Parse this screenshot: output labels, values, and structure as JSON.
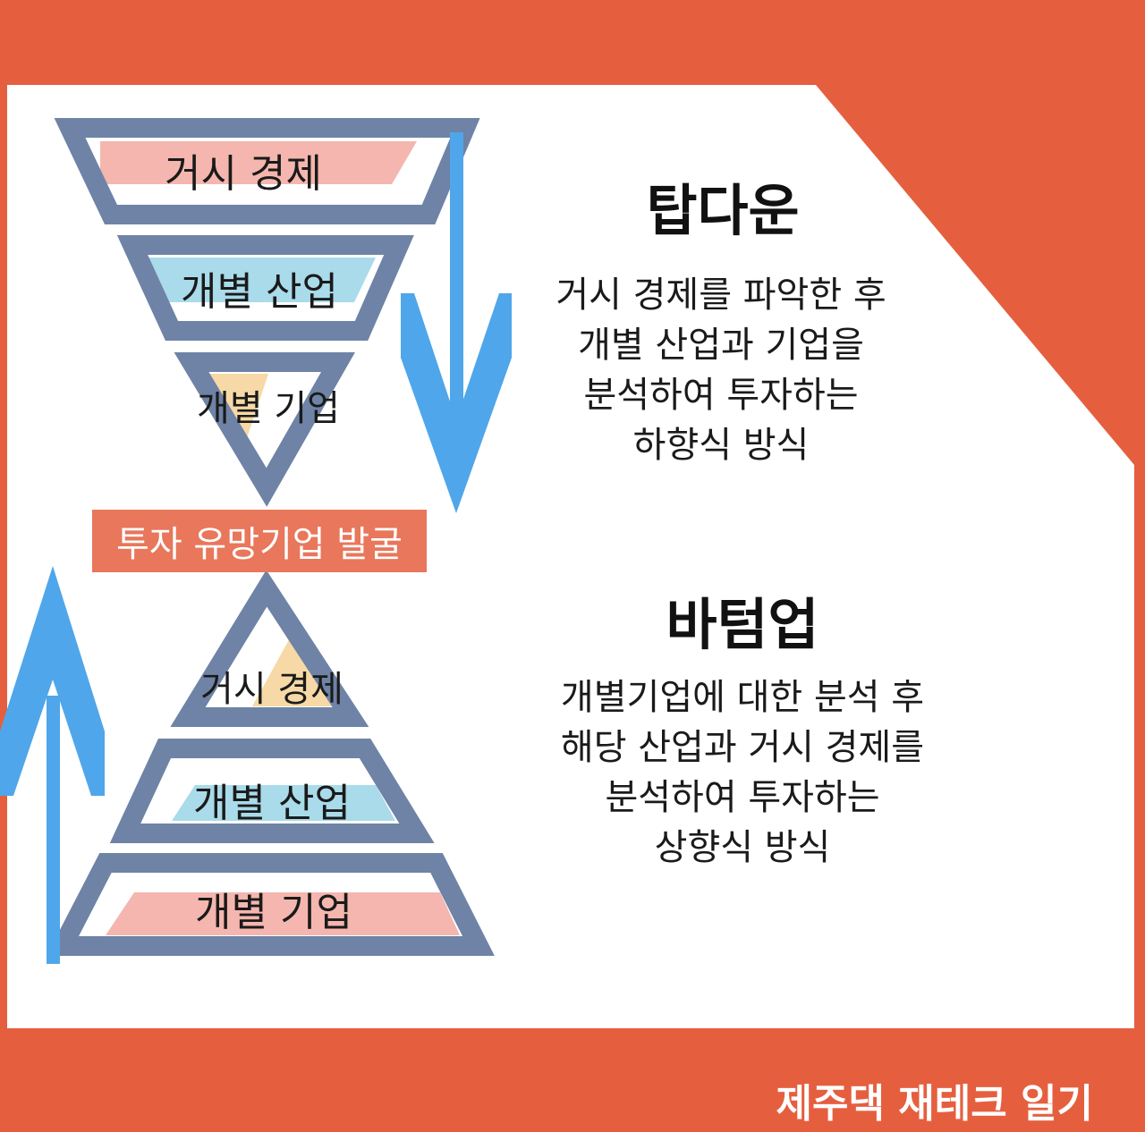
{
  "colors": {
    "frame": "#e55f3f",
    "panel": "#ffffff",
    "outline": "#6e83a6",
    "arrow": "#4fa6ea",
    "fill_pink": "#f4b6ae",
    "fill_blue": "#a9dbea",
    "fill_yellow": "#f6d9a6",
    "center_box": "#e8775c"
  },
  "top_down": {
    "levels": [
      "거시 경제",
      "개별 산업",
      "개별 기업"
    ],
    "heading": "탑다운",
    "description": [
      "거시 경제를 파악한 후",
      "개별 산업과 기업을",
      "분석하여 투자하는",
      "하향식 방식"
    ]
  },
  "center_label": "투자 유망기업 발굴",
  "bottom_up": {
    "levels": [
      "거시 경제",
      "개별 산업",
      "개별 기업"
    ],
    "heading": "바텀업",
    "description": [
      "개별기업에 대한 분석 후",
      "해당 산업과 거시 경제를",
      "분석하여 투자하는",
      "상향식 방식"
    ]
  },
  "footer": "제주댁 재테크 일기",
  "icons": {
    "down_arrow": "arrow-down-icon",
    "up_arrow": "arrow-up-icon"
  }
}
